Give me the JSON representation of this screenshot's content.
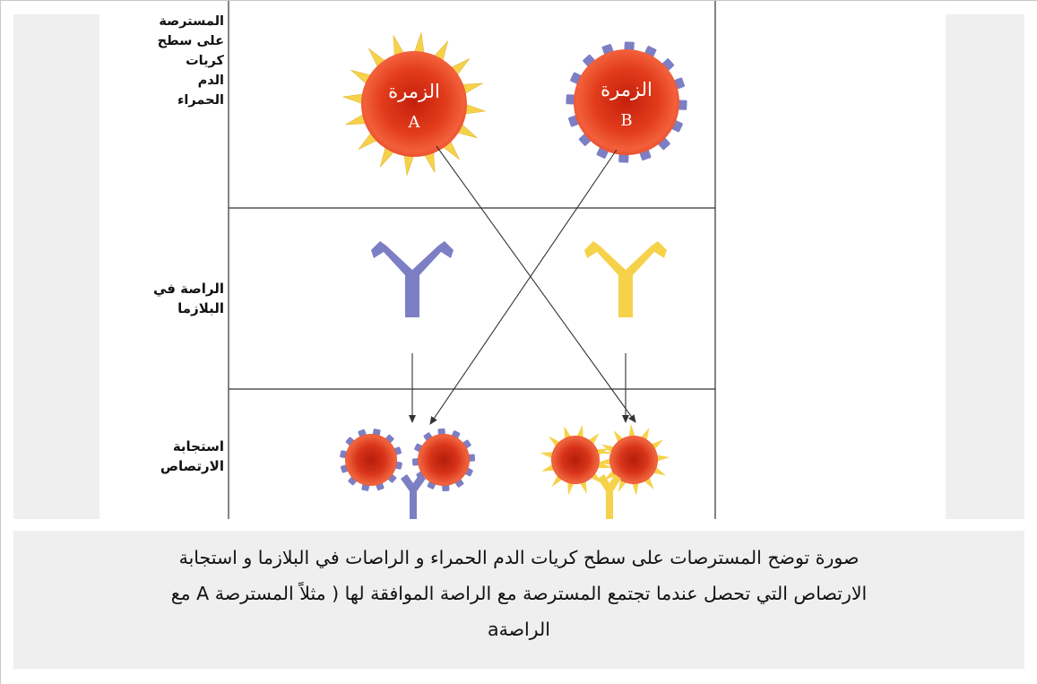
{
  "diagram": {
    "row_labels": {
      "antigens": [
        "المسترصة",
        "على سطح",
        "كريات",
        "الدم",
        "الحمراء"
      ],
      "antibodies": [
        "الراصة في",
        "البلازما"
      ],
      "reaction": [
        "استجابة",
        "الارتصاص"
      ]
    },
    "cells": {
      "group_a": {
        "name": "الزمرة",
        "letter": "A"
      },
      "group_b": {
        "name": "الزمرة",
        "letter": "B"
      }
    },
    "colors": {
      "cell_red": "#e03a1a",
      "antigen_a_yellow": "#f5d24a",
      "antigen_b_purple": "#7c7fc4",
      "antibody_purple": "#7c7fc4",
      "antibody_yellow": "#f5d24a",
      "grid_line": "#333333"
    }
  },
  "caption": {
    "lines": [
      "صورة توضح المسترصات على سطح كريات الدم الحمراء و الراصات في البلازما و استجابة",
      "الارتصاص التي تحصل عندما تجتمع المسترصة مع الراصة الموافقة لها ( مثلاً المسترصة A مع",
      "الراصةa"
    ]
  }
}
